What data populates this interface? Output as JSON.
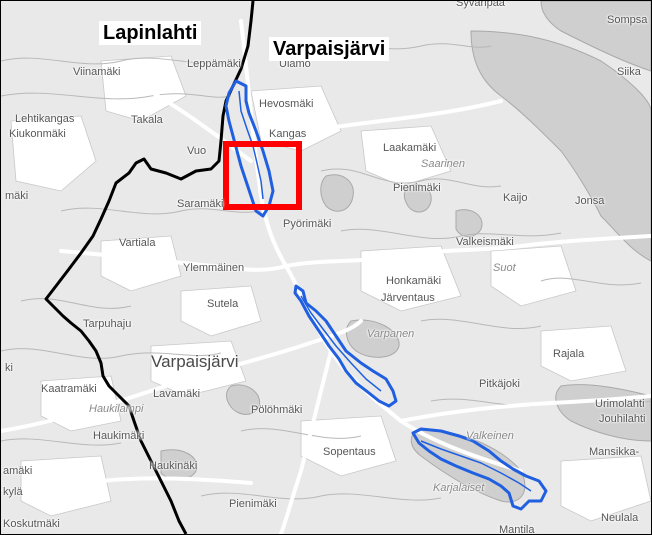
{
  "map": {
    "callout_labels": {
      "municipality_left": "Lapinlahti",
      "municipality_right": "Varpaisjärvi"
    },
    "place_names": {
      "syvanpaa": "Syvänpää",
      "sompsa": "Sompsa",
      "siika": "Siika",
      "viinamaki": "Viinamäki",
      "leppamaki": "Leppämäki",
      "ulamo": "Ulamo",
      "lehtikangas": "Lehtikangas",
      "kiukonmaki": "Kiukonmäki",
      "takala": "Takala",
      "hevosmaki": "Hevosmäki",
      "kangas": "Kangas",
      "vuo": "Vuo",
      "laakamaki": "Laakamäki",
      "saarinen": "Saarinen",
      "maki_left": "mäki",
      "pienimaki_north": "Pienimäki",
      "kaijo": "Kaijo",
      "jonsa": "Jonsa",
      "saramaki": "Saramäki",
      "pyorimaki": "Pyörimäki",
      "vartiala": "Vartiala",
      "valkeismaki": "Valkeismäki",
      "ylemmainen": "Ylemmäinen",
      "honkamaki": "Honkamäki",
      "jarventaus": "Järventaus",
      "suot": "Suot",
      "sutela": "Sutela",
      "tarpuhaju": "Tarpuhaju",
      "varpanen": "Varpanen",
      "varpaisjarvi_village": "Varpaisjärvi",
      "rajala": "Rajala",
      "kaatramaki": "Kaatramäki",
      "lavamaki": "Lavamäki",
      "pitkajoki": "Pitkäjoki",
      "urimolahti": "Urimolahti",
      "haukilampi": "Haukilampi",
      "polohmaki": "Pölöhmäki",
      "jouhilahti": "Jouhilahti",
      "haukimaki": "Haukimäki",
      "sopentaus": "Sopentaus",
      "valkeinen": "Valkeinen",
      "mansikkamaki": "Mansikka-",
      "hamaki": "amäki",
      "haukinaki": "Haukinäki",
      "kylä": "kylä",
      "pienimaki_south": "Pienimäki",
      "karjalaiset": "Karjalaiset",
      "koskutmaki": "Koskutmäki",
      "neulala": "Neulala",
      "mantila": "Mantila",
      "ki_left": "ki"
    },
    "colors": {
      "boundary": "#000000",
      "study_reach": "#1f5fe0",
      "highlight_box": "#ff0000",
      "base": "#e9e9e9",
      "lake": "#cfcfcf",
      "field": "#ffffff",
      "road": "#ffffff",
      "contour": "#b8b8b8"
    }
  }
}
